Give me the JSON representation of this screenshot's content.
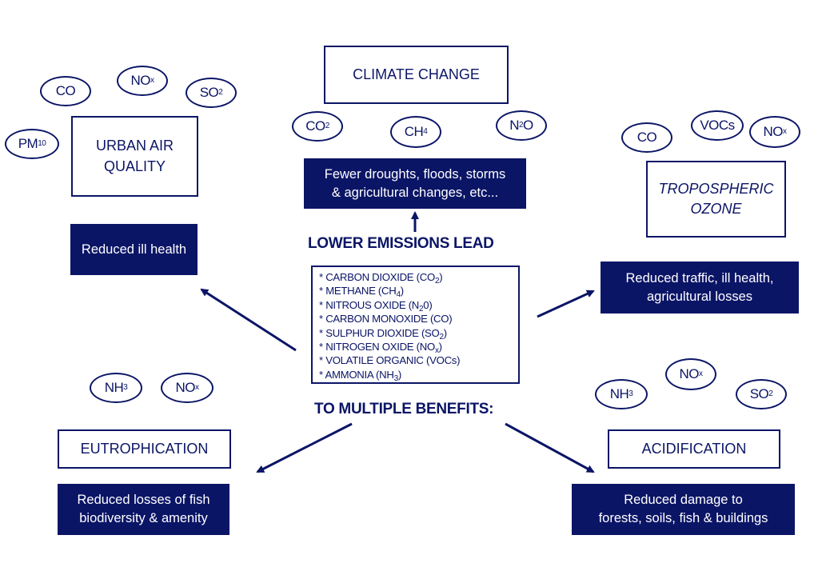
{
  "climate": {
    "title": "CLIMATE CHANGE",
    "gases": [
      {
        "base": "CO",
        "sub": "2",
        "post": ""
      },
      {
        "base": "CH",
        "sub": "4",
        "post": ""
      },
      {
        "base": "N",
        "sub": "2",
        "post": "O"
      }
    ],
    "benefit": [
      "Fewer droughts, floods, storms",
      "& agricultural changes, etc..."
    ]
  },
  "urban": {
    "title": [
      "URBAN AIR",
      "QUALITY"
    ],
    "gases": [
      {
        "base": "CO",
        "sub": "",
        "post": ""
      },
      {
        "base": "NO",
        "sub": "x",
        "post": ""
      },
      {
        "base": "SO",
        "sub": "2",
        "post": ""
      },
      {
        "base": "PM",
        "sub": "10",
        "post": ""
      }
    ],
    "benefit": [
      "Reduced ill health"
    ]
  },
  "ozone": {
    "title": [
      "TROPOSPHERIC",
      "OZONE"
    ],
    "gases": [
      {
        "base": "CO",
        "sub": "",
        "post": ""
      },
      {
        "base": "VOCs",
        "sub": "",
        "post": ""
      },
      {
        "base": "NO",
        "sub": "x",
        "post": ""
      }
    ],
    "benefit": [
      "Reduced traffic, ill health,",
      "agricultural losses"
    ]
  },
  "eutrophication": {
    "title": "EUTROPHICATION",
    "gases": [
      {
        "base": "NH",
        "sub": "3",
        "post": ""
      },
      {
        "base": "NO",
        "sub": "x",
        "post": ""
      }
    ],
    "benefit": [
      "Reduced losses of fish",
      "biodiversity & amenity"
    ]
  },
  "acidification": {
    "title": "ACIDIFICATION",
    "gases": [
      {
        "base": "NH",
        "sub": "3",
        "post": ""
      },
      {
        "base": "NO",
        "sub": "x",
        "post": ""
      },
      {
        "base": "SO",
        "sub": "2",
        "post": ""
      }
    ],
    "benefit": [
      "Reduced damage to",
      "forests, soils, fish & buildings"
    ]
  },
  "center": {
    "heading_top": "LOWER EMISSIONS LEAD",
    "heading_bottom": "TO MULTIPLE BENEFITS:",
    "emissions": [
      {
        "pre": "*  CARBON DIOXIDE (CO",
        "sub": "2",
        "post": ")"
      },
      {
        "pre": "*  METHANE (CH",
        "sub": "4",
        "post": ")"
      },
      {
        "pre": "*  NITROUS OXIDE (N",
        "sub": "2",
        "post": "0)"
      },
      {
        "pre": "*  CARBON MONOXIDE (CO)",
        "sub": "",
        "post": ""
      },
      {
        "pre": "*  SULPHUR DIOXIDE (SO",
        "sub": "2",
        "post": ")"
      },
      {
        "pre": "*  NITROGEN OXIDE (NO",
        "sub": "x",
        "post": ")"
      },
      {
        "pre": "*  VOLATILE  ORGANIC (VOCs)",
        "sub": "",
        "post": ""
      },
      {
        "pre": "*  AMMONIA (NH",
        "sub": "3",
        "post": ")"
      }
    ]
  },
  "colors": {
    "navy": "#0b1566",
    "background": "#ffffff"
  }
}
